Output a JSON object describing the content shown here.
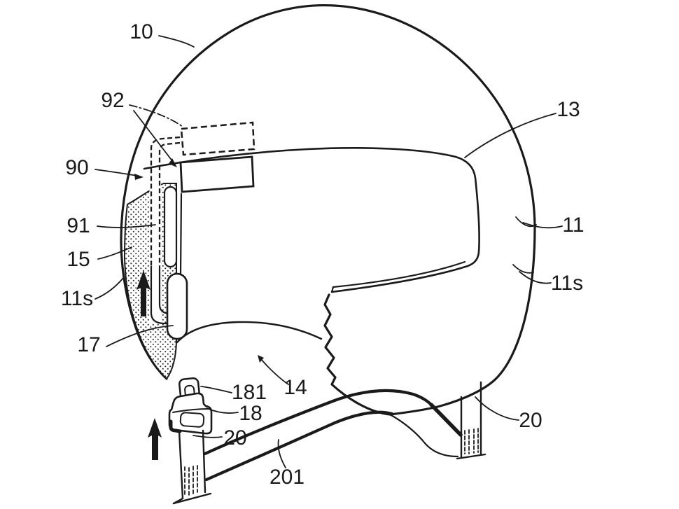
{
  "figure": {
    "kind": "patent-line-drawing",
    "subject": "Helmet side view with visor, front guide channel and chin strap buckle",
    "ink_color": "#1a1a1a",
    "background_color": "#ffffff"
  },
  "reference_labels": {
    "shell_crown": "10",
    "vent_recess": "92",
    "guide_channel": "90",
    "guide_rail": "91",
    "front_edge_pad": "15",
    "shell_edge_left": "11s",
    "slider_knob": "17",
    "visor": "13",
    "shell_side": "11",
    "shell_edge_right": "11s",
    "strap_front": "20",
    "buckle_tongue": "181",
    "buckle_body": "18",
    "chin_area": "14",
    "chin_strap_band": "201",
    "strap_rear": "20"
  }
}
